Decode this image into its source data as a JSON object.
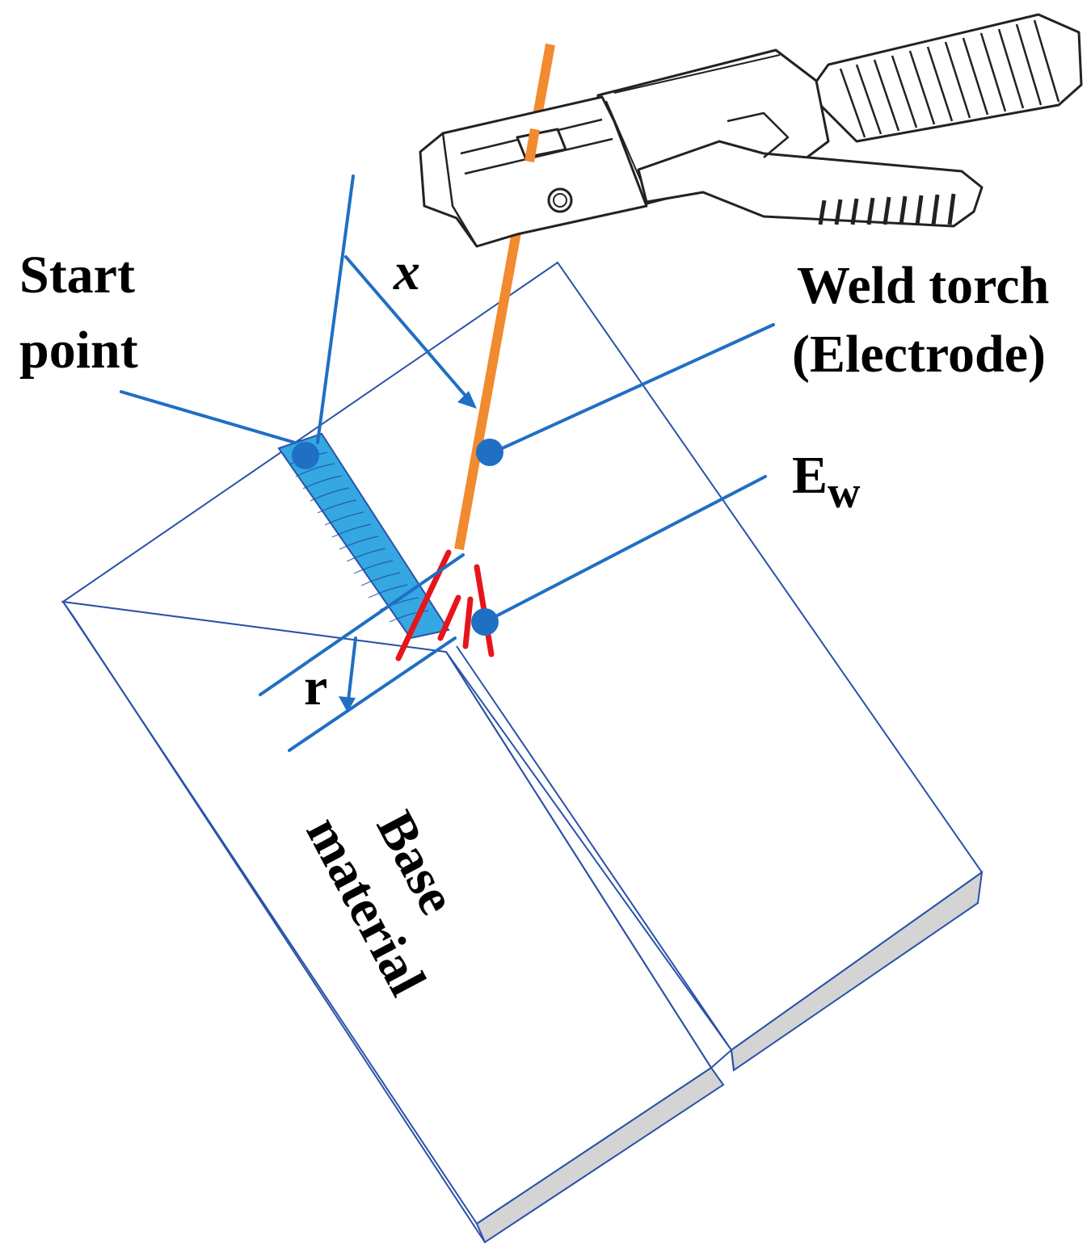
{
  "labels": {
    "start_line1": "Start",
    "start_line2": "point",
    "x": "x",
    "torch_line1": "Weld torch",
    "torch_line2": "(Electrode)",
    "ew_main": "E",
    "ew_sub": "w",
    "r": "r",
    "base_line1": "Base",
    "base_line2": "material"
  },
  "colors": {
    "annotation_blue": "#1f6fc4",
    "plate_outline": "#2a52a8",
    "weld_bead": "#35a7e3",
    "electrode": "#f28a2f",
    "arc": "#e8141b",
    "plate_edge_fill": "#d4d4d4",
    "holder_outline": "#222222"
  },
  "icons": {
    "holder": "electrode-holder-icon"
  }
}
